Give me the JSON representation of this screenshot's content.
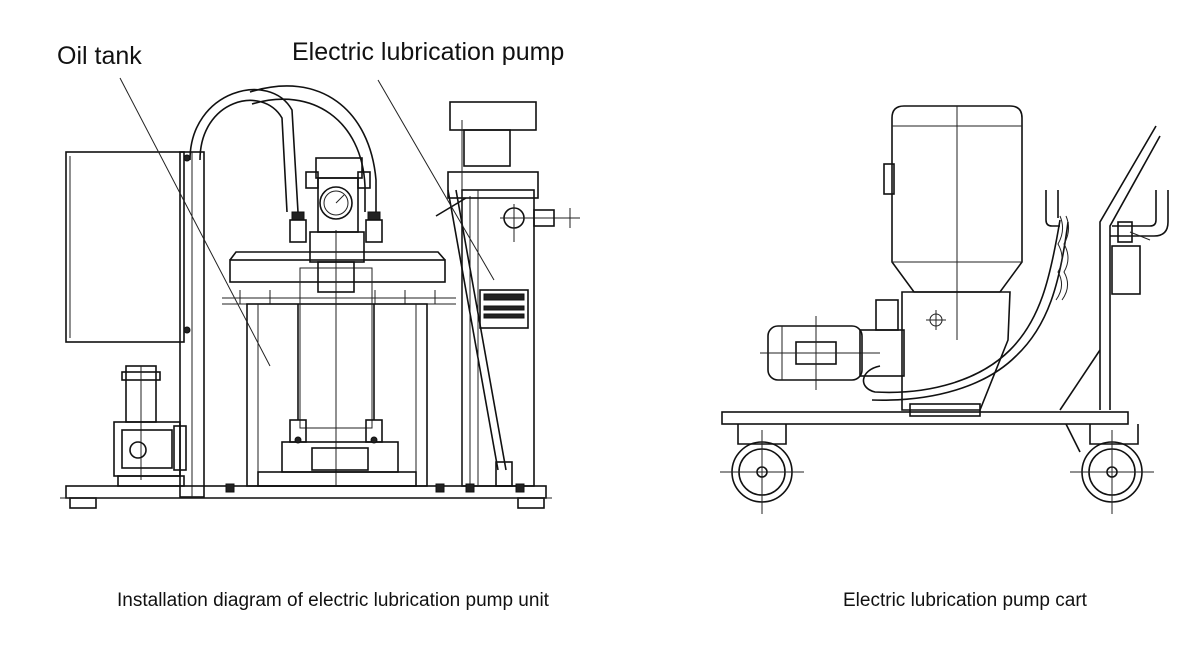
{
  "labels": {
    "oil_tank": "Oil tank",
    "electric_pump": "Electric lubrication pump"
  },
  "captions": {
    "left": "Installation diagram of electric lubrication pump unit",
    "right": "Electric lubrication pump cart"
  },
  "colors": {
    "line": "#111111",
    "background": "#ffffff"
  }
}
